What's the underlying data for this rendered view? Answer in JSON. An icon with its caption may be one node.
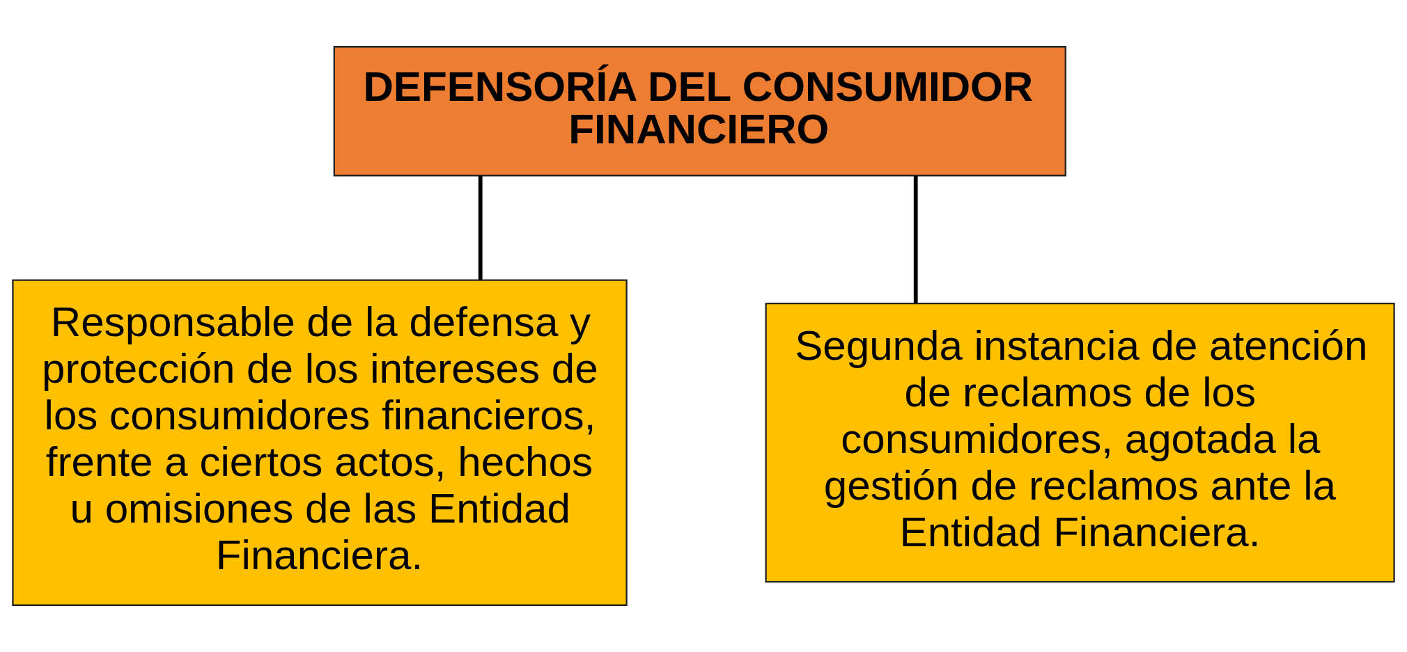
{
  "diagram": {
    "nodes": [
      {
        "text": [
          "DEFENSORÍA DEL CONSUMIDOR FINANCIERO"
        ]
      },
      {
        "text": [
          "Responsable de la defensa y protección de los intereses de los consumidores financieros, frente a ciertos actos, hechos u omisiones de las Entidad Financiera."
        ]
      },
      {
        "text": [
          "Segunda instancia de atención de reclamos de los consumidores, agotada la gestión de reclamos ante la Entidad Financiera."
        ]
      }
    ],
    "edges": [
      {
        "from": 0,
        "to": 1,
        "arrow": "none"
      },
      {
        "from": 0,
        "to": 2,
        "arrow": "none"
      }
    ]
  }
}
